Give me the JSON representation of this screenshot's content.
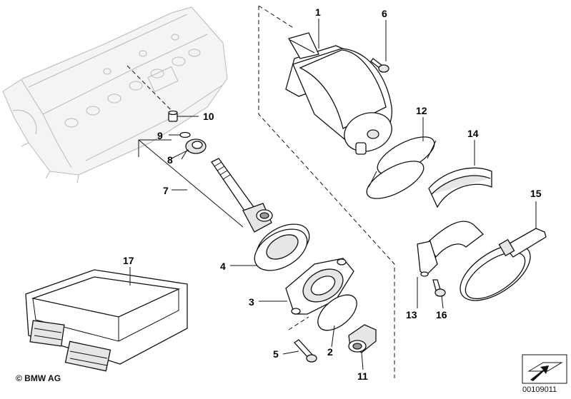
{
  "diagram": {
    "callouts": [
      "1",
      "2",
      "3",
      "4",
      "5",
      "6",
      "7",
      "8",
      "9",
      "10",
      "11",
      "12",
      "13",
      "14",
      "15",
      "16",
      "17"
    ]
  },
  "footer": {
    "copyright": "© BMW AG",
    "doc_id": "00109011"
  },
  "colors": {
    "line": "#111111",
    "ghost": "#b9b9b9",
    "background": "#ffffff"
  }
}
